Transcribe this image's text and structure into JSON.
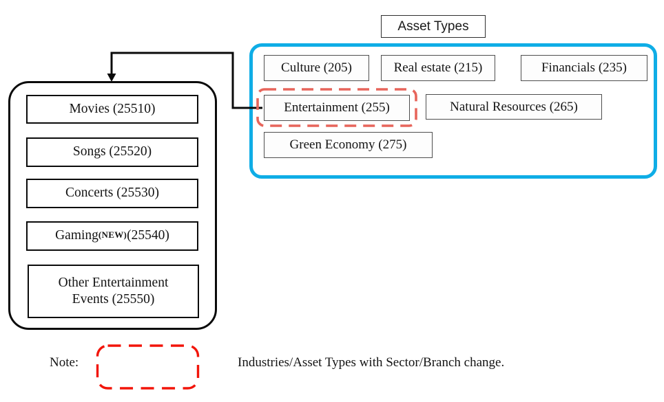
{
  "title_box": {
    "label": "Asset Types"
  },
  "asset_types_panel": {
    "culture": "Culture (205)",
    "real_estate": "Real estate (215)",
    "financials": "Financials (235)",
    "entertainment": "Entertainment (255)",
    "natural_resources": "Natural Resources (265)",
    "green_economy": "Green Economy (275)"
  },
  "industries_panel": {
    "movies": "Movies (25510)",
    "songs": "Songs (25520)",
    "concerts": "Concerts (25530)",
    "gaming_pre": "Gaming",
    "gaming_sup": "(NEW)",
    "gaming_post": " (25540)",
    "other_events": "Other Entertainment Events (25550)"
  },
  "note": {
    "label": "Note:",
    "description": "Industries/Asset Types with Sector/Branch change."
  },
  "colors": {
    "panel_border_blue": "#0FADE6",
    "highlight_dash_red": "#E7655B",
    "note_dash_red": "#F2150A",
    "asset_box_border_gray": "#4D4D4D",
    "line_black": "#0A0A0A"
  }
}
